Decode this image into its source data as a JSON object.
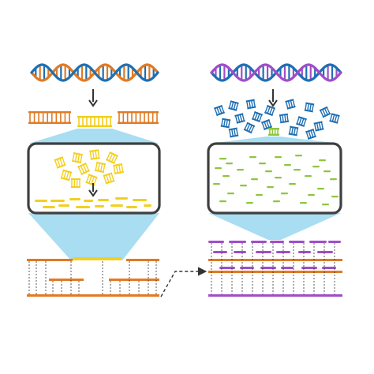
{
  "colors": {
    "orange": "#E07A24",
    "blue": "#1F6FB2",
    "purple": "#A04DC9",
    "yellow": "#F3CF1E",
    "green": "#8DC63F",
    "light_blue": "#A8DDF2",
    "dark_gray": "#3F3F3F",
    "light_gray": "#D3D3D3",
    "outline": "#333333"
  },
  "icons": {
    "dna_helix": "double-helix-icon",
    "arrow_down": "arrow-down-icon",
    "dashed_arrow": "dashed-arrow-right-icon",
    "fragment": "dna-fragment-icon",
    "short_read": "short-read-icon"
  },
  "panels": [
    {
      "id": "left",
      "helix_strand_a": "orange",
      "helix_strand_b": "blue",
      "fragment_color": "yellow",
      "read_color": "yellow",
      "assembly_color": "orange"
    },
    {
      "id": "right",
      "helix_strand_a": "blue",
      "helix_strand_b": "purple",
      "fragment_color": "blue",
      "read_color": "green",
      "assembly_color": "purple"
    }
  ]
}
